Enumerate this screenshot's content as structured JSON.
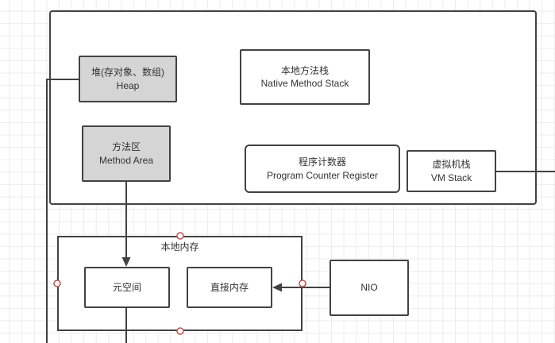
{
  "diagram": {
    "nodes": {
      "heap": {
        "zh": "堆(存对象、数组)",
        "en": "Heap"
      },
      "method_area": {
        "zh": "方法区",
        "en": "Method Area"
      },
      "native_method_stack": {
        "zh": "本地方法栈",
        "en": "Native Method Stack"
      },
      "pc_register": {
        "zh": "程序计数器",
        "en": "Program Counter Register"
      },
      "vm_stack": {
        "zh": "虚拟机栈",
        "en": "VM Stack"
      },
      "native_memory": {
        "zh": "本地内存"
      },
      "metaspace": {
        "zh": "元空间"
      },
      "direct_memory": {
        "zh": "直接内存"
      },
      "nio": {
        "label": "NIO"
      }
    },
    "colors": {
      "stroke": "#424242",
      "gray_fill": "#d5d5d5",
      "white_fill": "#ffffff",
      "grid_line": "#ececec",
      "connection_point": "#b85450",
      "text": "#333333"
    }
  }
}
